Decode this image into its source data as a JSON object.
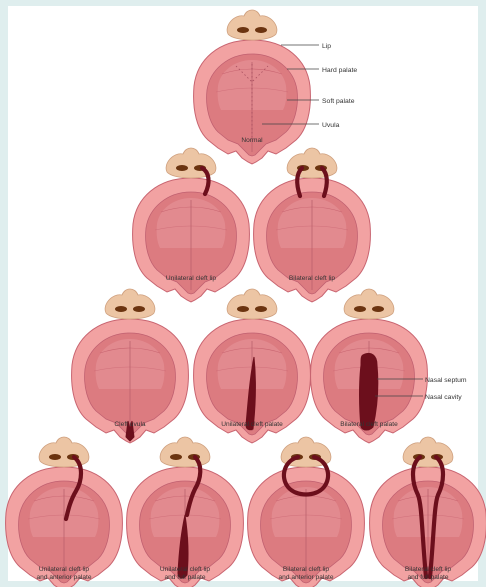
{
  "colors": {
    "background": "#dfeeee",
    "palate_outer": "#f2a2a2",
    "palate_inner": "#dc7b80",
    "palate_edge": "#c86470",
    "skin": "#ecc5a4",
    "nostril": "#6b3410",
    "cleft": "#6c0f1c",
    "text": "#333333"
  },
  "labels": {
    "lip": "Lip",
    "hard_palate": "Hard palate",
    "soft_palate": "Soft palate",
    "uvula": "Uvula",
    "nasal_septum": "Nasal septum",
    "nasal_cavity": "Nasal cavity"
  },
  "captions": {
    "normal": "Normal",
    "unilateral_cleft_lip": "Unilateral cleft lip",
    "bilateral_cleft_lip": "Bilateral cleft lip",
    "cleft_uvula": "Cleft uvula",
    "unilateral_cleft_palate": "Unilateral cleft palate",
    "bilateral_cleft_palate": "Bilateral cleft palate",
    "unilateral_lip_anterior": [
      "Unilateral cleft lip",
      "and anterior palate"
    ],
    "unilateral_lip_full": [
      "Unilateral cleft lip",
      "and full palate"
    ],
    "bilateral_lip_anterior": [
      "Bilateral cleft lip",
      "and anterior palate"
    ],
    "bilateral_lip_full": [
      "Bilateral cleft lip",
      "and full palate"
    ]
  }
}
